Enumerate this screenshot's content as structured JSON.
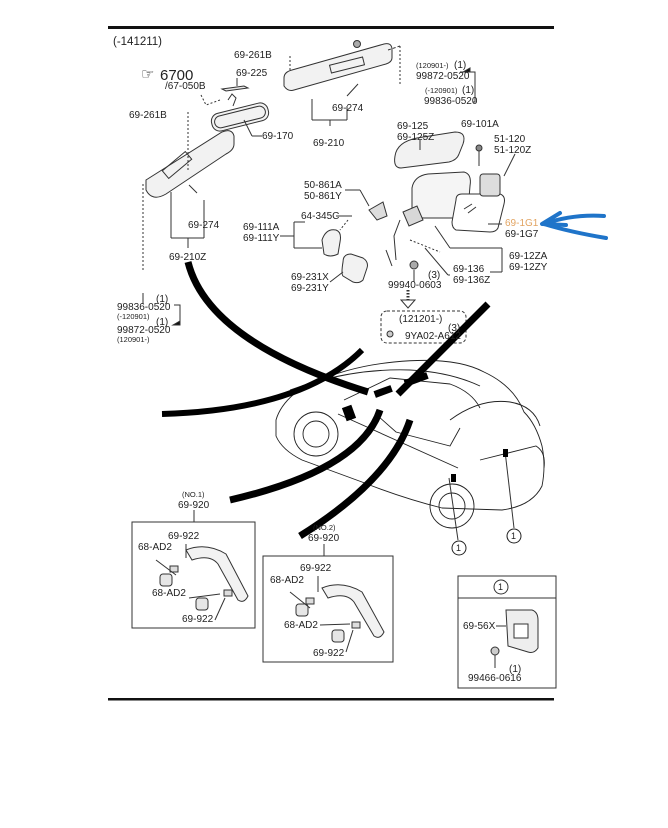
{
  "diagram": {
    "header_code": "(-141211)",
    "accent_color": "#1f74c9",
    "highlight_color": "#e2a462",
    "reference": {
      "icon": "hand-pointer-icon",
      "code": "6700",
      "sub": "/67-050B"
    },
    "labels": {
      "clip_top": "69-261B",
      "clip_left": "69-261B",
      "bracket_69_225": "69-225",
      "rear_view_mirror": "69-170",
      "sunvisor_r_pin": "69-274",
      "sunvisor_r": "69-210",
      "screw_a_date": "(120901-)",
      "screw_a_qty": "(1)",
      "screw_a": "99872-0520",
      "screw_b_date": "(-120901)",
      "screw_b_qty": "(1)",
      "screw_b": "99836-0520",
      "cover_1": "69-125",
      "cover_2": "69-125Z",
      "bolt": "69-101A",
      "motor_1": "51-120",
      "motor_2": "51-120Z",
      "glass_1": "69-1G1",
      "glass_2": "69-1G7",
      "mirror_assy_1": "69-12ZA",
      "mirror_assy_2": "69-12ZY",
      "gasket_1": "69-136",
      "gasket_2": "69-136Z",
      "nut_qty": "(3)",
      "nut": "99940-0603",
      "replacement_date": "(121201-)",
      "replacement_qty": "(3)",
      "replacement": "9YA02-A612",
      "garnish_1": "50-861A",
      "garnish_2": "50-861Y",
      "clip_645": "64-345C",
      "cover_l_1": "69-111A",
      "cover_l_2": "69-111Y",
      "switch_1": "69-231X",
      "switch_2": "69-231Y",
      "sunvisor_l_pin": "69-274",
      "sunvisor_l": "69-210Z",
      "screw_c_qty": "(1)",
      "screw_c": "99836-0520",
      "screw_c_date": "(-120901)",
      "screw_d_qty": "(1)",
      "screw_d": "99872-0520",
      "screw_d_date": "(120901-)"
    },
    "grip_no1": {
      "title": "(NO.1)",
      "part": "69-920",
      "cap_top": "69-922",
      "clip_top": "68-AD2",
      "clip_bottom": "68-AD2",
      "cap_bottom": "69-922"
    },
    "grip_no2": {
      "title": "(NO.2)",
      "part": "69-920",
      "cap_top": "69-922",
      "clip_top": "68-AD2",
      "clip_bottom": "68-AD2",
      "cap_bottom": "69-922"
    },
    "callout_marker": "1",
    "callout_box": {
      "marker": "1",
      "part": "69-56X",
      "screw_qty": "(1)",
      "screw": "99466-0616"
    }
  }
}
